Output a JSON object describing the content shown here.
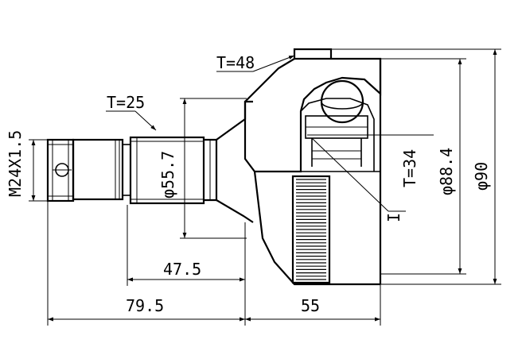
{
  "drawing": {
    "labels": {
      "thread": "M24X1.5",
      "shaft_diameter": "φ55.7",
      "shaft_length": "47.5",
      "overall_length": "79.5",
      "bell_length": "55",
      "outer_diameter": "φ90",
      "abs_diameter": "φ88.4",
      "teeth_shaft": "T=25",
      "teeth_bell": "T=48",
      "teeth_abs": "T=34",
      "part_type": "I"
    }
  }
}
